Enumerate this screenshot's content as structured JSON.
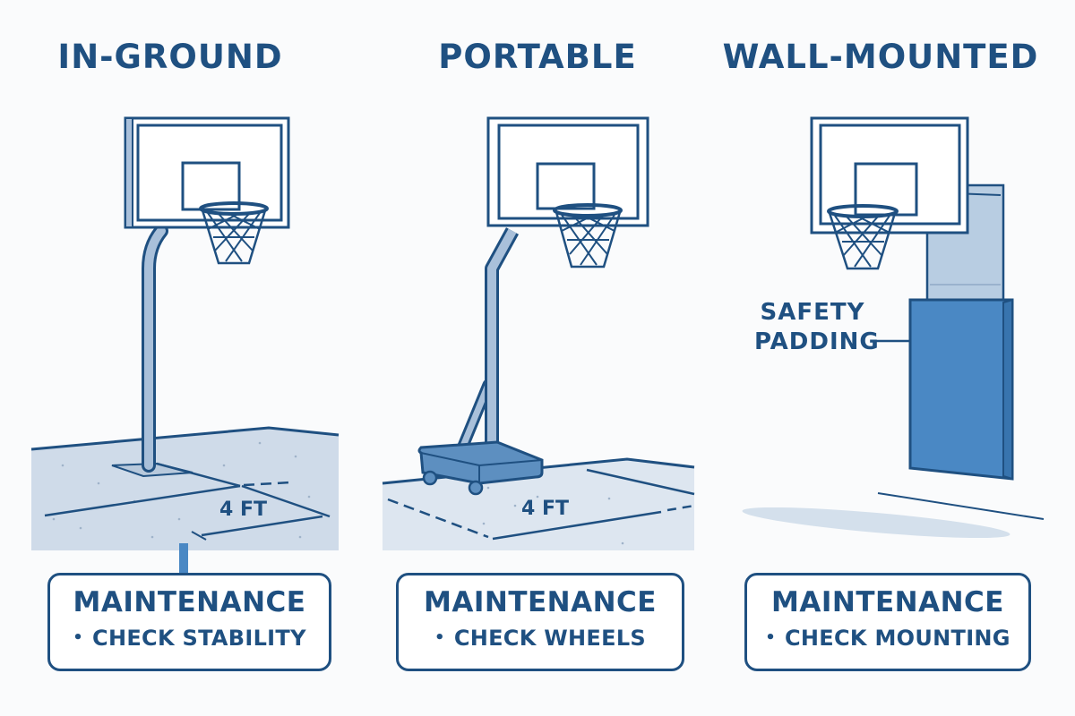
{
  "colors": {
    "primary": "#1f5081",
    "pole": "#a9c0da",
    "ground": "#cfdbe9",
    "padding": "#4a88c4",
    "background": "#fafbfc"
  },
  "panels": [
    {
      "title": "IN-GROUND",
      "ground_label": "4 FT",
      "maintenance": {
        "heading": "MAINTENANCE",
        "bullet": "•",
        "item": "CHECK STABILITY"
      }
    },
    {
      "title": "PORTABLE",
      "ground_label": "4 FT",
      "maintenance": {
        "heading": "MAINTENANCE",
        "bullet": "•",
        "item": "CHECK WHEELS"
      }
    },
    {
      "title": "WALL-MOUNTED",
      "callout_line1": "SAFETY",
      "callout_line2": "PADDING",
      "maintenance": {
        "heading": "MAINTENANCE",
        "bullet": "•",
        "item": "CHECK MOUNTING"
      }
    }
  ]
}
